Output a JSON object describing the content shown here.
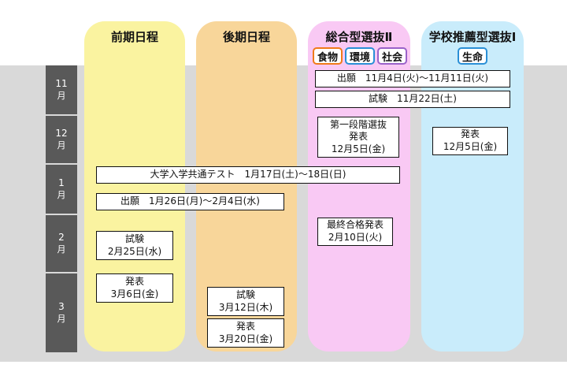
{
  "columns": {
    "zenki": "前期日程",
    "kouki": "後期日程",
    "sougou": "総合型選抜Ⅱ",
    "gakkou": "学校推薦型選抜Ⅰ"
  },
  "tags": {
    "sougou": [
      {
        "label": "食物",
        "color": "#f07a1a"
      },
      {
        "label": "環境",
        "color": "#2a8fd6"
      },
      {
        "label": "社会",
        "color": "#9a62c9"
      }
    ],
    "gakkou": [
      {
        "label": "生命",
        "color": "#2a8fd6"
      }
    ]
  },
  "months": [
    {
      "num": "11",
      "unit": "月"
    },
    {
      "num": "12",
      "unit": "月"
    },
    {
      "num": "1",
      "unit": "月"
    },
    {
      "num": "2",
      "unit": "月"
    },
    {
      "num": "3",
      "unit": "月"
    }
  ],
  "events": {
    "sougou_apply": "出願　11月4日(火)～11月11日(火)",
    "sougou_exam": "試験　11月22日(土)",
    "sougou_first": [
      "第一段階選抜",
      "発表",
      "12月5日(金)"
    ],
    "gakkou_result": [
      "発表",
      "12月5日(金)"
    ],
    "common_test": "大学入学共通テスト　1月17日(土)～18日(日)",
    "general_apply": "出願　1月26日(月)～2月4日(水)",
    "sougou_final": [
      "最終合格発表",
      "2月10日(火)"
    ],
    "zenki_exam": [
      "試験",
      "2月25日(水)"
    ],
    "zenki_result": [
      "発表",
      "3月6日(金)"
    ],
    "kouki_exam": [
      "試験",
      "3月12日(木)"
    ],
    "kouki_result": [
      "発表",
      "3月20日(金)"
    ]
  }
}
